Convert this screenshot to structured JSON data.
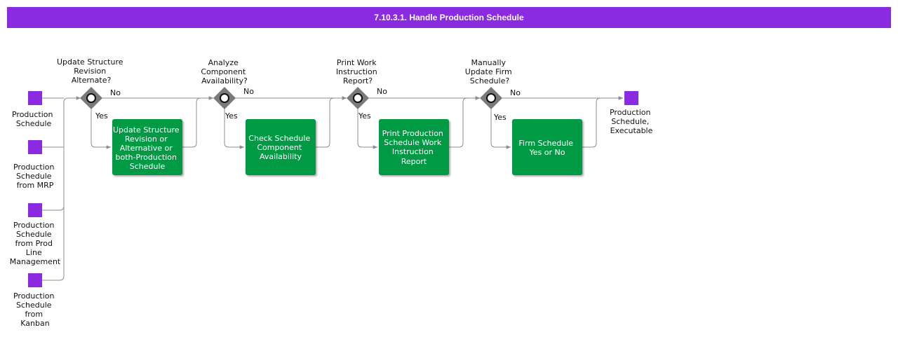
{
  "header": {
    "title": "7.10.3.1. Handle Production Schedule"
  },
  "colors": {
    "title_bar": "#8a2be2",
    "event": "#8a2be2",
    "task": "#009a44",
    "gateway": "#7a7a7a",
    "connector": "#8c8c8c"
  },
  "inputs": [
    {
      "lines": [
        "Production",
        "Schedule"
      ]
    },
    {
      "lines": [
        "Production",
        "Schedule",
        "from MRP"
      ]
    },
    {
      "lines": [
        "Production",
        "Schedule",
        "from Prod",
        "Line",
        "Management"
      ]
    },
    {
      "lines": [
        "Production",
        "Schedule",
        "from",
        "Kanban"
      ]
    }
  ],
  "gateways": [
    {
      "question": [
        "Update Structure",
        "Revision",
        "Alternate?"
      ],
      "no": "No",
      "yes": "Yes"
    },
    {
      "question": [
        "Analyze",
        "Component",
        "Availability?"
      ],
      "no": "No",
      "yes": "Yes"
    },
    {
      "question": [
        "Print Work",
        "Instruction",
        "Report?"
      ],
      "no": "No",
      "yes": "Yes"
    },
    {
      "question": [
        "Manually",
        "Update Firm",
        "Schedule?"
      ],
      "no": "No",
      "yes": "Yes"
    }
  ],
  "tasks": [
    {
      "lines": [
        "Update Structure",
        "Revision or",
        "Alternative or",
        "both-Production",
        "Schedule"
      ]
    },
    {
      "lines": [
        "Check Schedule",
        "Component",
        "Availability"
      ]
    },
    {
      "lines": [
        "Print Production",
        "Schedule Work",
        "Instruction",
        "Report"
      ]
    },
    {
      "lines": [
        "Firm Schedule",
        "Yes or No"
      ]
    }
  ],
  "output": {
    "lines": [
      "Production",
      "Schedule,",
      "Executable"
    ]
  }
}
